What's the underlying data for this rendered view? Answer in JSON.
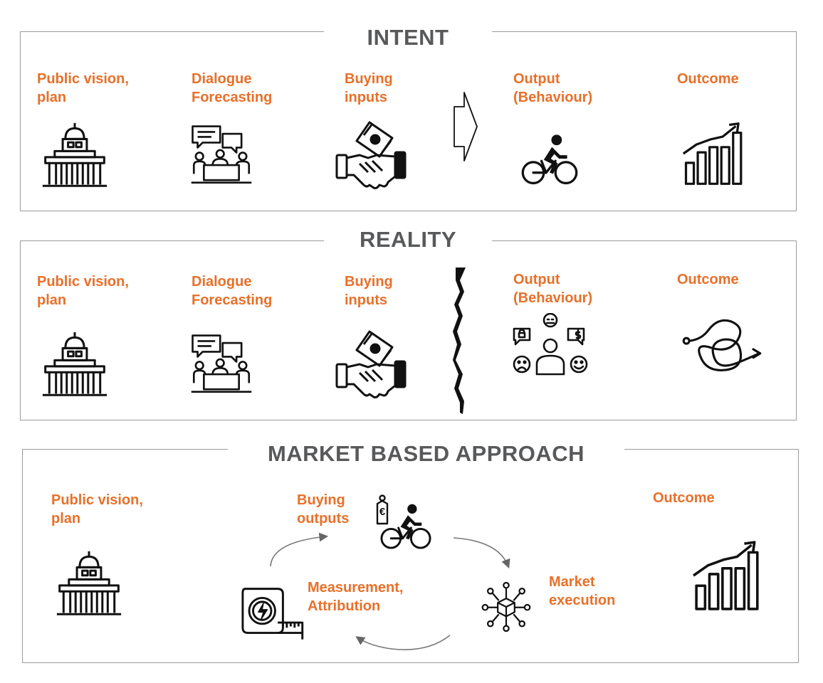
{
  "sections": {
    "intent": {
      "title": "INTENT",
      "labels": {
        "vision_line1": "Public vision,",
        "vision_line2": "plan",
        "dialogue_line1": "Dialogue",
        "dialogue_line2": "Forecasting",
        "buying_line1": "Buying",
        "buying_line2": "inputs",
        "output_line1": "Output",
        "output_line2": "(Behaviour)",
        "outcome": "Outcome"
      }
    },
    "reality": {
      "title": "REALITY",
      "labels": {
        "vision_line1": "Public vision,",
        "vision_line2": "plan",
        "dialogue_line1": "Dialogue",
        "dialogue_line2": "Forecasting",
        "buying_line1": "Buying",
        "buying_line2": "inputs",
        "output_line1": "Output",
        "output_line2": "(Behaviour)",
        "outcome": "Outcome"
      }
    },
    "market": {
      "title": "MARKET BASED APPROACH",
      "labels": {
        "vision_line1": "Public vision,",
        "vision_line2": "plan",
        "buying_line1": "Buying",
        "buying_line2": "outputs",
        "measurement_line1": "Measurement,",
        "measurement_line2": "Attribution",
        "market_line1": "Market",
        "market_line2": "execution",
        "outcome": "Outcome",
        "euro_symbol": "€"
      }
    }
  },
  "colors": {
    "accent": "#e8702a",
    "title": "#58595b",
    "border": "#9a9a9a",
    "icon": "#111111"
  },
  "icons": [
    "capitol-icon",
    "meeting-icon",
    "handshake-money-icon",
    "arrow-right-icon",
    "cyclist-icon",
    "growth-chart-icon",
    "crack-icon",
    "emotions-icon",
    "scribble-icon",
    "price-tag-cyclist-icon",
    "network-cube-icon",
    "energy-meter-icon",
    "cycle-arrow-icon"
  ]
}
